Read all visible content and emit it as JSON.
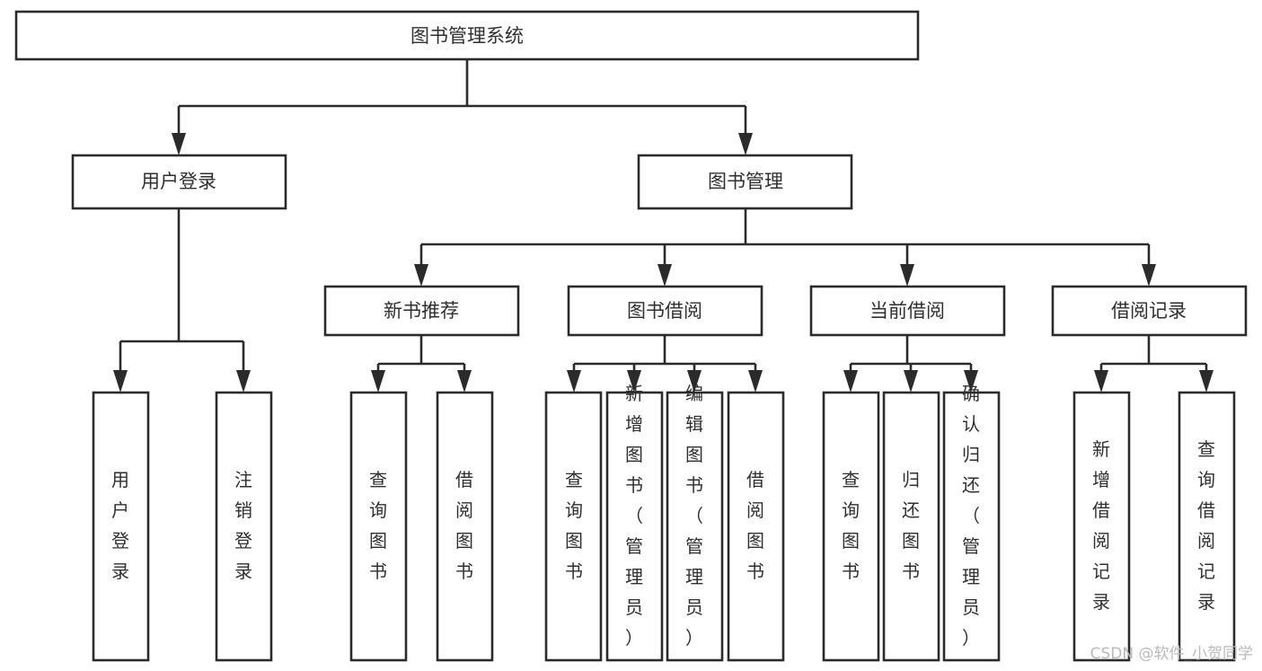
{
  "diagram": {
    "title": "图书管理系统",
    "type": "hierarchy-tree",
    "watermark": "CSDN @软件_小贺同学",
    "colors": {
      "stroke": "#2b2b2b",
      "box_fill": "#ffffff",
      "text": "#2f2f2f",
      "background": "#ffffff",
      "watermark": "#b9b9b9"
    },
    "root": {
      "label": "图书管理系统"
    },
    "level2": [
      {
        "label": "用户登录"
      },
      {
        "label": "图书管理"
      }
    ],
    "level3": [
      {
        "label": "新书推荐"
      },
      {
        "label": "图书借阅"
      },
      {
        "label": "当前借阅"
      },
      {
        "label": "借阅记录"
      }
    ],
    "leaves": {
      "user_login": [
        {
          "label": "用户登录"
        },
        {
          "label": "注销登录"
        }
      ],
      "new_book_recommend": [
        {
          "label": "查询图书"
        },
        {
          "label": "借阅图书"
        }
      ],
      "book_borrow": [
        {
          "label": "查询图书"
        },
        {
          "label": "新增图书（管理员）"
        },
        {
          "label": "编辑图书（管理员）"
        },
        {
          "label": "借阅图书"
        }
      ],
      "current_borrow": [
        {
          "label": "查询图书"
        },
        {
          "label": "归还图书"
        },
        {
          "label": "确认归还（管理员）"
        }
      ],
      "borrow_record": [
        {
          "label": "新增借阅记录"
        },
        {
          "label": "查询借阅记录"
        }
      ]
    }
  }
}
